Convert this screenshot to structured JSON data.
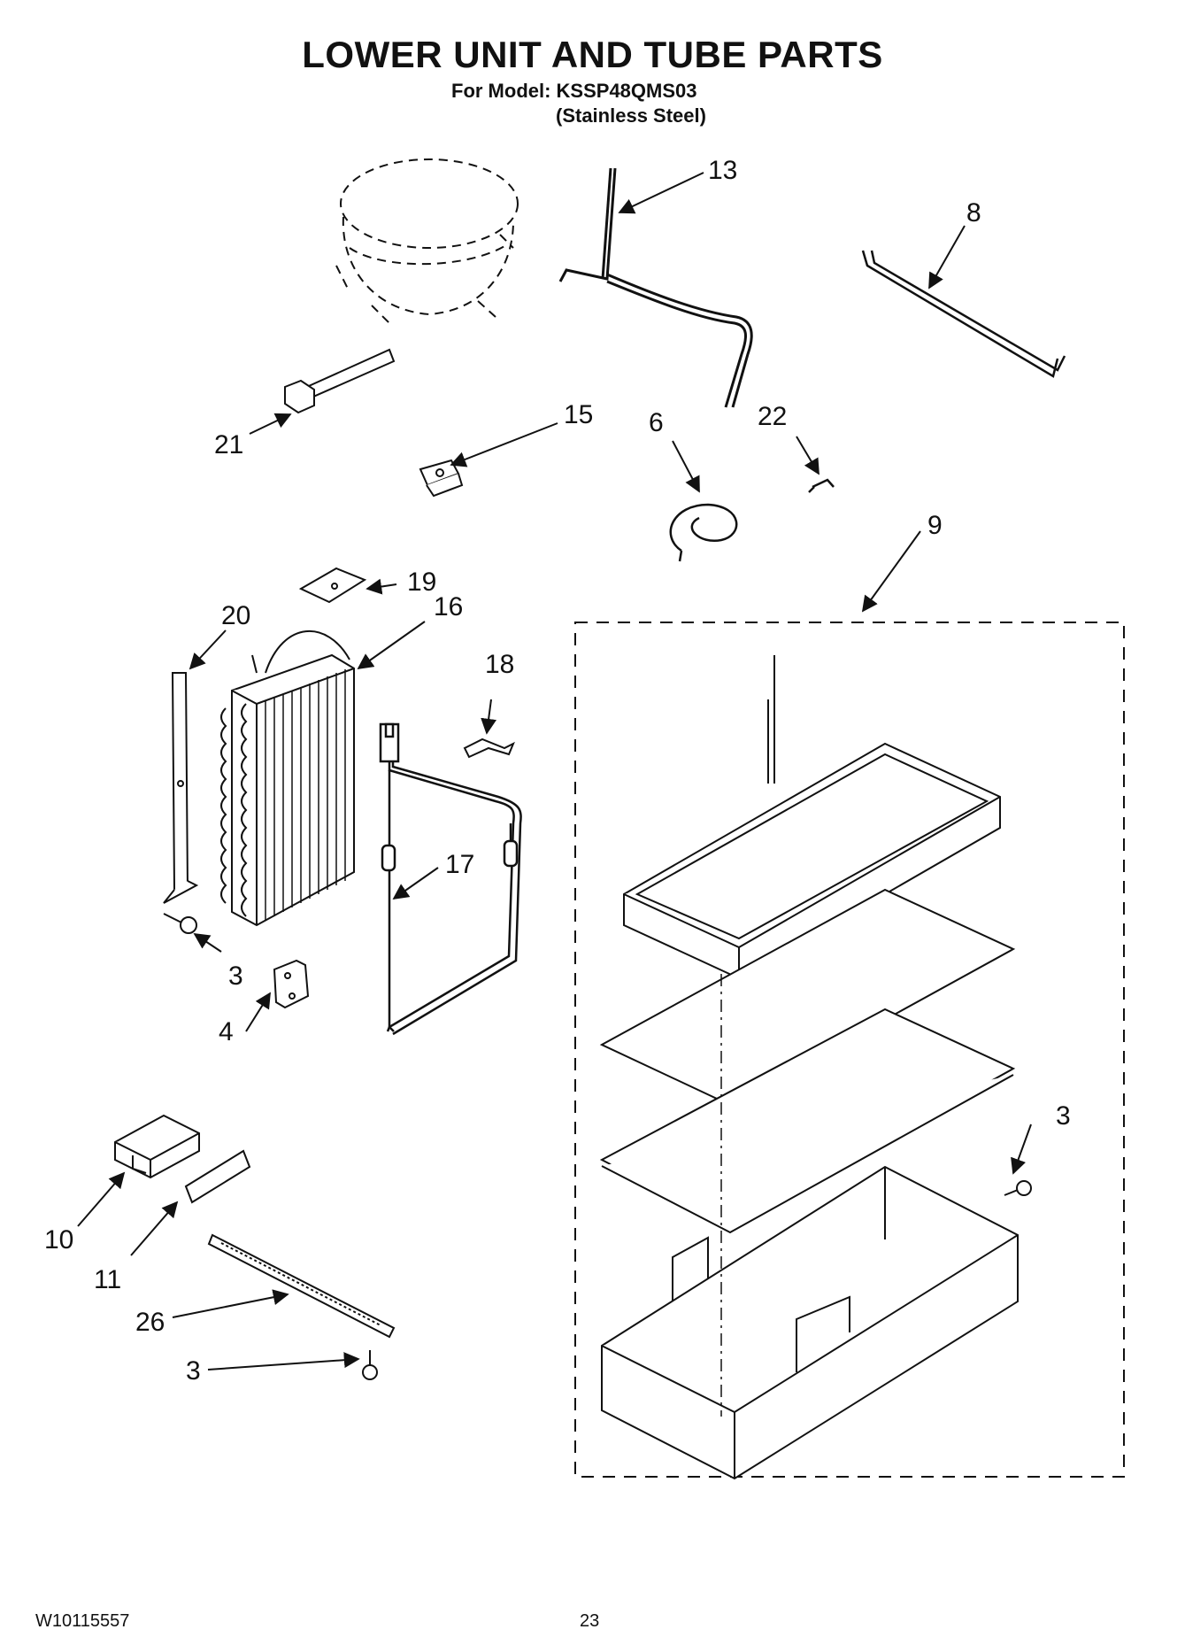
{
  "header": {
    "title": "LOWER UNIT AND TUBE PARTS",
    "model_line": "For Model: KSSP48QMS03",
    "finish_line": "(Stainless Steel)"
  },
  "callouts": {
    "c13": "13",
    "c8": "8",
    "c21": "21",
    "c15": "15",
    "c6": "6",
    "c22": "22",
    "c9": "9",
    "c19": "19",
    "c20": "20",
    "c16": "16",
    "c18": "18",
    "c17": "17",
    "c3a": "3",
    "c4": "4",
    "c3b": "3",
    "c10": "10",
    "c11": "11",
    "c26": "26",
    "c3c": "3"
  },
  "footer": {
    "doc_number": "W10115557",
    "page_number": "23"
  }
}
